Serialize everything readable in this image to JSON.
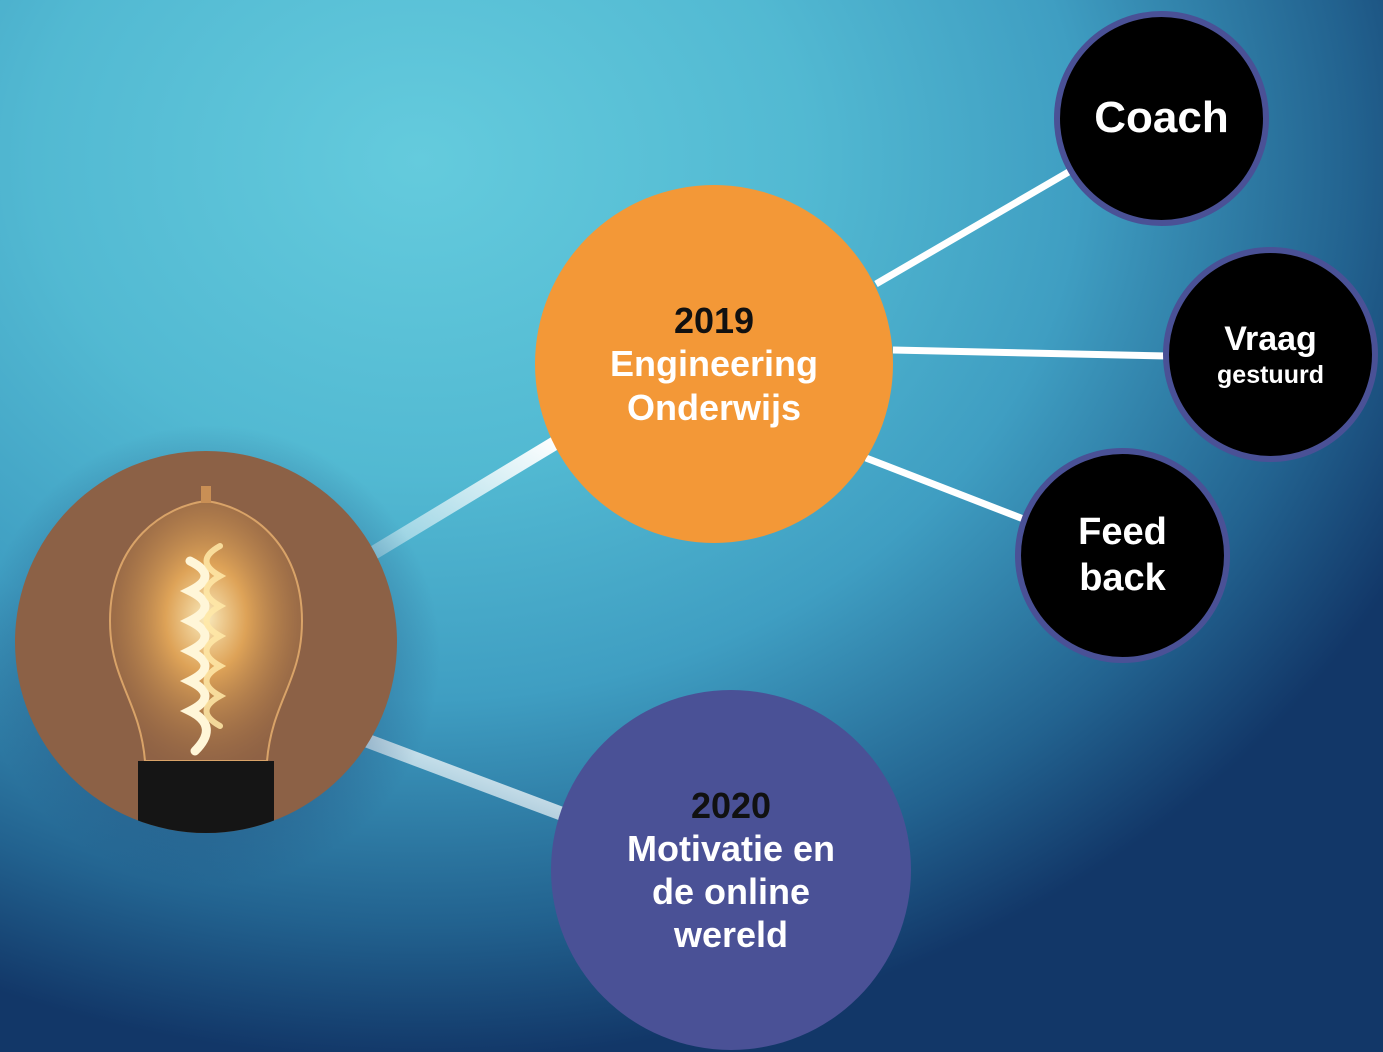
{
  "bulb": {
    "icon": "lightbulb-icon"
  },
  "year_2019": {
    "year": "2019",
    "line1": "Engineering",
    "line2": "Onderwijs"
  },
  "year_2020": {
    "year": "2020",
    "line1": "Motivatie en",
    "line2": "de online",
    "line3": "wereld"
  },
  "sub_nodes": {
    "coach": "Coach",
    "vraag": "Vraag",
    "gestuurd": "gestuurd",
    "feed": "Feed",
    "back": "back"
  },
  "colors": {
    "orange": "#f39837",
    "purple": "#4a5196",
    "black": "#000000",
    "connector": "#ffffff"
  }
}
